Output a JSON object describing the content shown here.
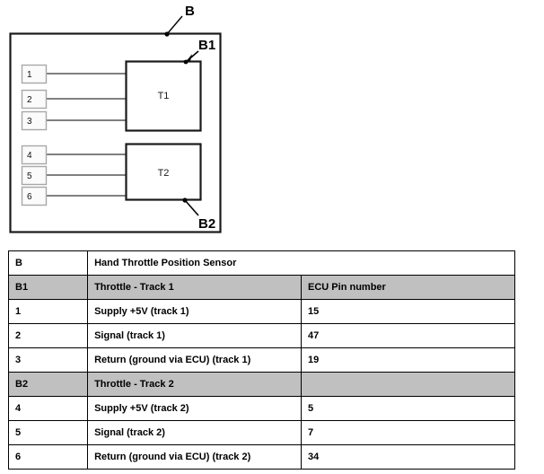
{
  "diagram": {
    "component_label": "B",
    "connector_labels": [
      "B1",
      "B2"
    ],
    "blocks": [
      {
        "name": "T1",
        "callout": "B1"
      },
      {
        "name": "T2",
        "callout": "B2"
      }
    ],
    "pins": [
      "1",
      "2",
      "3",
      "4",
      "5",
      "6"
    ],
    "colors": {
      "outline": "#1a1a1a",
      "wire": "#808080",
      "pin_box_border": "#aaaaaa",
      "label_text": "#000000"
    }
  },
  "table": {
    "columns": [
      "",
      "",
      "ECU Pin number"
    ],
    "rows": [
      {
        "type": "title",
        "id": "B",
        "desc": "Hand Throttle Position Sensor",
        "pin": "",
        "span": true
      },
      {
        "type": "group",
        "id": "B1",
        "desc": "Throttle - Track 1",
        "pin": "ECU Pin number"
      },
      {
        "type": "data",
        "id": "1",
        "desc": "Supply +5V (track 1)",
        "pin": "15"
      },
      {
        "type": "data",
        "id": "2",
        "desc": "Signal (track 1)",
        "pin": "47"
      },
      {
        "type": "data",
        "id": "3",
        "desc": "Return (ground via ECU) (track 1)",
        "pin": "19"
      },
      {
        "type": "group",
        "id": "B2",
        "desc": "Throttle - Track 2",
        "pin": ""
      },
      {
        "type": "data",
        "id": "4",
        "desc": "Supply +5V (track 2)",
        "pin": "5"
      },
      {
        "type": "data",
        "id": "5",
        "desc": "Signal (track 2)",
        "pin": "7"
      },
      {
        "type": "data",
        "id": "6",
        "desc": "Return (ground via ECU) (track 2)",
        "pin": "34"
      }
    ],
    "header_background": "#c0c0c0"
  }
}
